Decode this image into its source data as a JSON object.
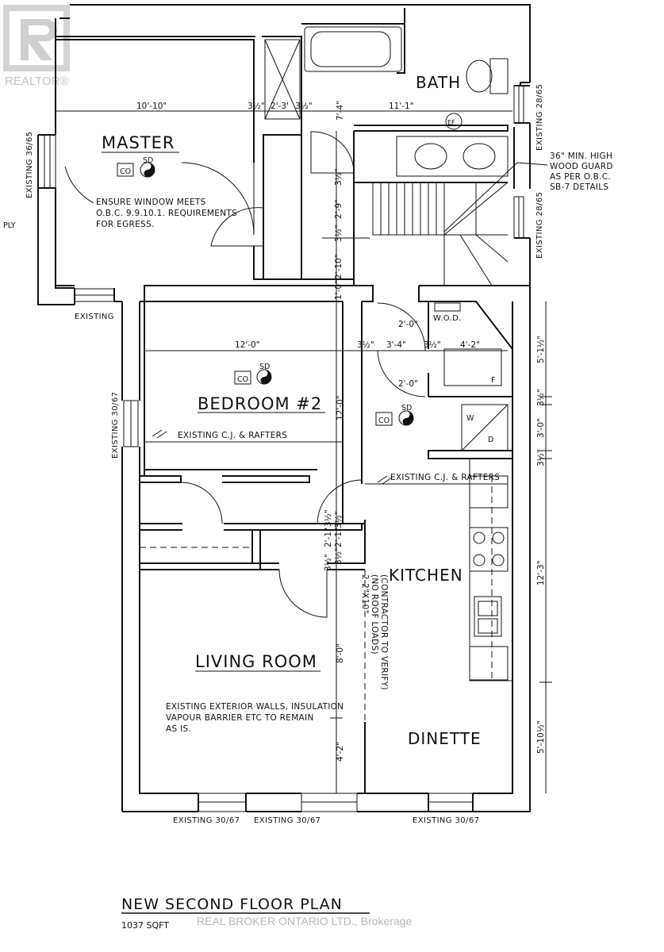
{
  "title": "NEW SECOND FLOOR PLAN",
  "area": "1037 SQFT",
  "watermark": "REAL BROKER ONTARIO LTD., Brokerage",
  "logo_text": "REALTOR®",
  "margin_text": "PLY",
  "rooms": {
    "master": "MASTER",
    "bath": "BATH",
    "bedroom2": "BEDROOM #2",
    "kitchen": "KITCHEN",
    "living": "LIVING ROOM",
    "dinette": "DINETTE"
  },
  "notes": {
    "egress": [
      "ENSURE WINDOW MEETS",
      "O.B.C. 9.9.10.1. REQUIREMENTS",
      "FOR EGRESS."
    ],
    "guard": [
      "36\" MIN. HIGH",
      "WOOD GUARD",
      "AS PER O.B.C.",
      "SB-7 DETAILS"
    ],
    "exterior": [
      "EXISTING EXTERIOR WALLS, INSULATION",
      "VAPOUR BARRIER ETC TO REMAIN",
      "AS IS."
    ],
    "beam": [
      "2-2\"X10\"",
      "(NO ROOF LOADS)",
      "(CONTRACTOR TO VERIFY)"
    ],
    "cj_left": "EXISTING C.J. & RAFTERS",
    "cj_right": "EXISTING C.J. & RAFTERS"
  },
  "windows": {
    "existing_36_65": "EXISTING 36/65",
    "existing_28_65_top": "EXISTING 28/65",
    "existing_28_65_mid": "EXISTING 28/65",
    "existing": "EXISTING",
    "existing_30_67_left": "EXISTING 30/67",
    "existing_30_67_b1": "EXISTING 30/67",
    "existing_30_67_b2": "EXISTING 30/67",
    "existing_30_67_b3": "EXISTING 30/67"
  },
  "labels": {
    "co": "CO",
    "sd": "SD",
    "ef": "EF",
    "wod": "W.O.D.",
    "f": "F",
    "w": "W",
    "d": "D"
  },
  "dims": {
    "master_w": "10'-10\"",
    "d1": "3½\"",
    "d2": "2'-3'",
    "d3": "3½\"",
    "d4": "7'-4\"",
    "bath_w": "11'-1\"",
    "v1": "3½\"",
    "v2": "2'-9\"",
    "v3": "3½\"",
    "v4": "2'-10\"",
    "v5": "1'-0\"",
    "closet_top": "2'-0\"",
    "bed_w": "12'-0\"",
    "h1": "3½\"",
    "h2": "3'-4\"",
    "h3": "3½\"",
    "h4": "4'-2\"",
    "closet_bot": "2'-0\"",
    "bed_h": "12'-0\"",
    "r1": "5'-1½\"",
    "r2": "3½\"",
    "r3": "3'-0\"",
    "r4": "3½\"",
    "r5": "12'-3\"",
    "r6": "5'-10½\"",
    "c1": "3½\"",
    "c2": "2'-1\"",
    "c3": "3½\"",
    "c4": "3½\"",
    "c5": "2'-1\"",
    "c6": "3½\"",
    "l1": "8'-0\"",
    "l2": "4'-2\""
  }
}
